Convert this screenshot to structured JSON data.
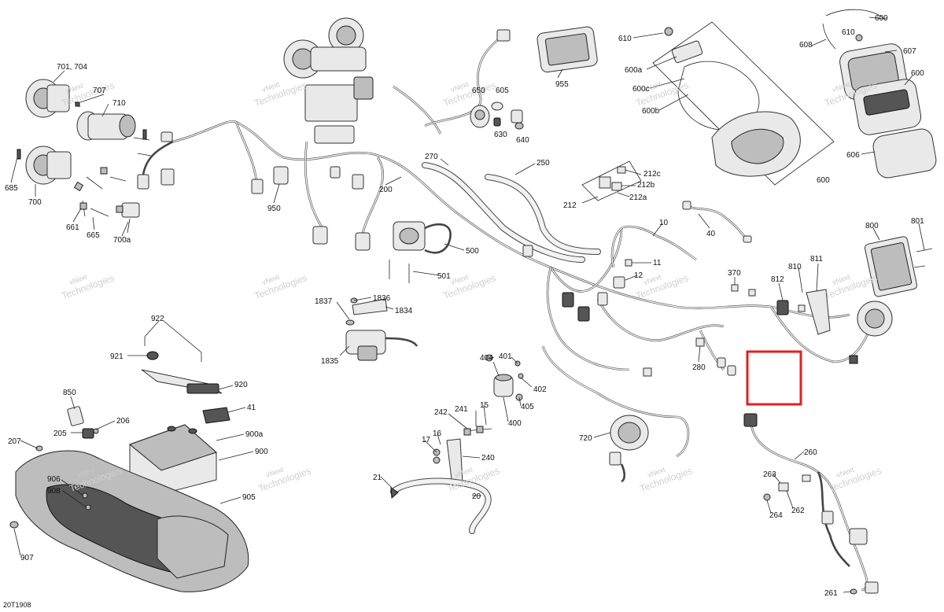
{
  "drawing_code": "20T1908",
  "watermark": {
    "line1": "vNext",
    "line2": "Technologies",
    "full": "vNext Technologies"
  },
  "highlight_color": "#e02020",
  "callouts": {
    "c701": "701, 704",
    "c707": "707",
    "c710": "710",
    "c685": "685",
    "c700": "700",
    "c661": "661",
    "c665": "665",
    "c700a": "700a",
    "c950": "950",
    "c200": "200",
    "c955": "955",
    "c650": "650",
    "c605": "605",
    "c630": "630",
    "c640": "640",
    "c610a": "610",
    "c600a": "600a",
    "c600c": "600c",
    "c600b": "600b",
    "c600a2": "600",
    "c609": "609",
    "c610b": "610",
    "c608": "608",
    "c607": "607",
    "c600": "600",
    "c606": "606",
    "c270": "270",
    "c250": "250",
    "c212c": "212c",
    "c212b": "212b",
    "c212": "212",
    "c212a": "212a",
    "c10": "10",
    "c40": "40",
    "c500": "500",
    "c11": "11",
    "c12": "12",
    "c501": "501",
    "c800": "800",
    "c801": "801",
    "c370": "370",
    "c810": "810",
    "c811": "811",
    "c812": "812",
    "c1837": "1837",
    "c1836": "1836",
    "c1834": "1834",
    "c1835": "1835",
    "c922": "922",
    "c921": "921",
    "c920": "920",
    "c41": "41",
    "c850": "850",
    "c205": "205",
    "c206": "206",
    "c207": "207",
    "c900a": "900a",
    "c900": "900",
    "c906": "906",
    "c908": "908",
    "c905": "905",
    "c907": "907",
    "c404": "404",
    "c401": "401",
    "c402": "402",
    "c405": "405",
    "c400": "400",
    "c242": "242",
    "c241": "241",
    "c15": "15",
    "c17": "17",
    "c16": "16",
    "c240": "240",
    "c21": "21",
    "c20": "20",
    "c280": "280",
    "c720": "720",
    "c260": "260",
    "c263": "263",
    "c264": "264",
    "c262": "262",
    "c261": "261"
  }
}
